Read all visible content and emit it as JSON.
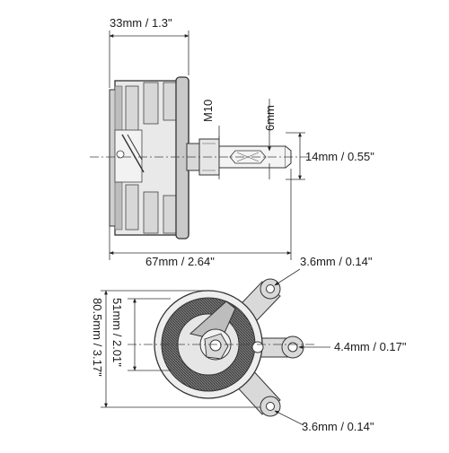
{
  "top_view": {
    "width_label": "33mm / 1.3\"",
    "thread_label": "M10",
    "flat_label": "6mm",
    "shaft_label": "14mm / 0.55\"",
    "length_label": "67mm / 2.64\""
  },
  "bottom_view": {
    "height_label": "80.5mm / 3.17\"",
    "body_label": "51mm / 2.01\"",
    "top_hole_label": "3.6mm / 0.14\"",
    "mid_hole_label": "4.4mm / 0.17\"",
    "bottom_hole_label": "3.6mm / 0.14\""
  }
}
